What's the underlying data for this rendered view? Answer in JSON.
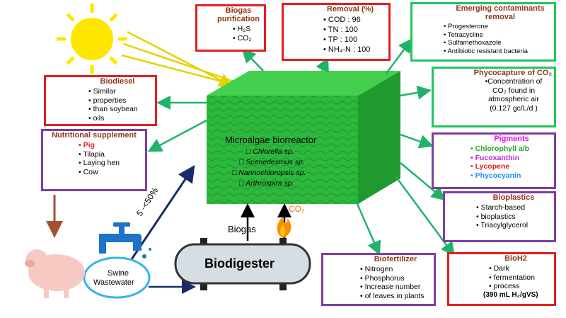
{
  "reactor": {
    "title": "Microalgae biorreactor",
    "strains": [
      "Chlorella sp.",
      "Scenedesmus sp.",
      "Nannochloropsis sp.",
      "Arthrospira sp."
    ]
  },
  "biodigester": {
    "label": "Biodigester"
  },
  "inputs": {
    "biogas": "Biogas",
    "co2": "CO₂",
    "percent": "5 -<50%"
  },
  "swine": {
    "label_line1": "Swine",
    "label_line2": "Wastewater"
  },
  "biogas_purification": {
    "title": "Biogas purification",
    "items": [
      "H₂S",
      "CO₂"
    ]
  },
  "removal": {
    "title": "Removal (%)",
    "items": [
      "COD : 96",
      "TN : 100",
      "TP : 100",
      "NH₄-N : 100"
    ]
  },
  "emerging": {
    "title_line1": "Emerging contaminants",
    "title_line2": "removal",
    "items": [
      "Progesterone",
      "Tetracycline",
      "Sulfamethoxazole",
      "Antibiotic resistant bacteria"
    ]
  },
  "phycocapture": {
    "title": "Phycocapture of CO₂",
    "text": [
      "•Concentration of",
      "CO₂ found in",
      "atmospheric air",
      "(0.127 gc/L/d )"
    ]
  },
  "pigments": {
    "title": "Pigments",
    "items": [
      "Chlorophyll a/b",
      "Fucoxanthin",
      "Lycopene",
      "Phycocyanin"
    ],
    "colors": {
      "title": "#ff00ff",
      "chlorophyll": "#22aa22",
      "fucoxanthin": "#c026d3",
      "lycopene": "#e02020",
      "phycocyanin": "#1e90ff"
    }
  },
  "bioplastics": {
    "title": "Bioplastics",
    "items": [
      "Starch-based",
      "bioplastics",
      "Triacylglycerol"
    ]
  },
  "bioh2": {
    "title": "BioH2",
    "items": [
      "Dark",
      "fermentation",
      "process"
    ],
    "value": "(390 mL H₂/gVS)"
  },
  "biofertilizer": {
    "title": "Biofertilizer",
    "items": [
      "Nitrogen",
      "Phosphorus",
      "Increase number",
      "of leaves in plants"
    ]
  },
  "biodiesel": {
    "title": "Biodiesel",
    "items": [
      "Similar",
      "properties",
      "than soybean",
      "oils"
    ]
  },
  "nutritional": {
    "title": "Nutritional supplement",
    "items": [
      "Pig",
      "Tilapia",
      "Laying hen",
      "Cow"
    ],
    "highlight_color": "#e02020"
  },
  "colors": {
    "arrow_green": "#1fb36a",
    "reactor_green": "#2db83d",
    "red_border": "#e02020",
    "green_border": "#22c55e",
    "purple_border": "#7b3fa0",
    "navy_arrow": "#1a2b6b",
    "brown_arrow": "#a0522d"
  }
}
